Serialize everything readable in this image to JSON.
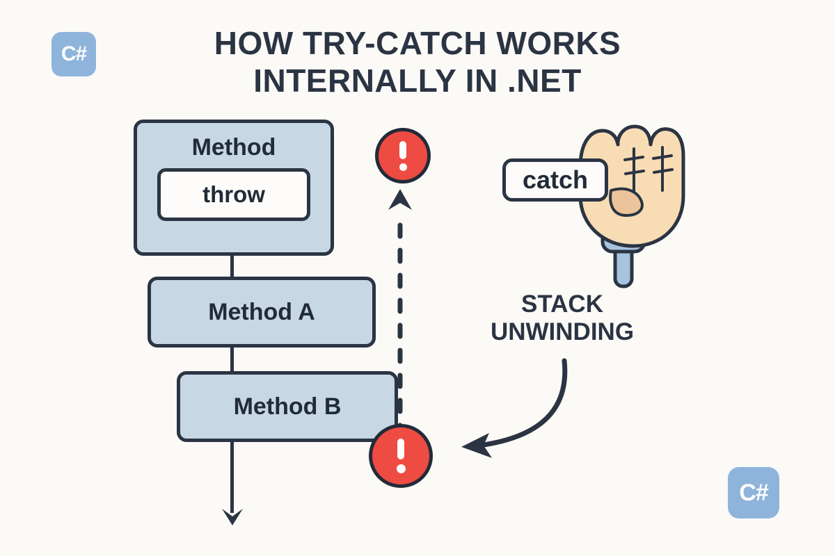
{
  "page": {
    "background_color": "#FBFAF7",
    "ink_color": "#2B3442",
    "accent_blue": "#C8D7E4",
    "badge_blue": "#8FB4DC",
    "error_red": "#EE4B42",
    "skin_tone": "#F8DCB4"
  },
  "title": {
    "line1": "HOW TRY-CATCH WORKS",
    "line2": "INTERNALLY IN .NET"
  },
  "badges": {
    "top_left": "C#",
    "bottom_right": "C#"
  },
  "stack": {
    "boxes": [
      {
        "label": "Method",
        "inner_label": "throw"
      },
      {
        "label": "Method A"
      },
      {
        "label": "Method B"
      }
    ]
  },
  "catch_handler": {
    "label": "catch",
    "icon": "catch-mitt-icon"
  },
  "annotations": {
    "stack_unwinding_line1": "STACK",
    "stack_unwinding_line2": "UNWINDING"
  },
  "markers": {
    "top_exception": "!",
    "bottom_exception": "!"
  }
}
